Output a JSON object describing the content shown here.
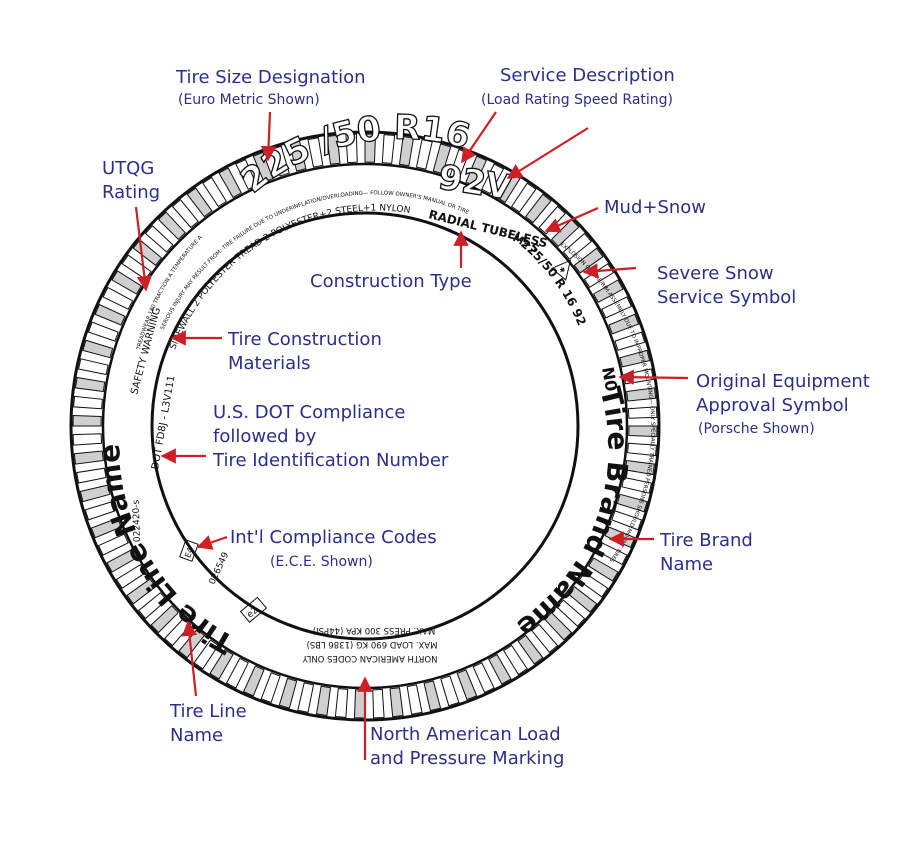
{
  "labels": {
    "tire_size_designation": "Tire Size Designation",
    "euro_metric_shown": "(Euro Metric Shown)",
    "service_description": "Service Description",
    "load_speed_rating": "(Load Rating Speed Rating)",
    "utqg_line1": "UTQG",
    "utqg_line2": "Rating",
    "mud_snow": "Mud+Snow",
    "severe_snow_line1": "Severe Snow",
    "severe_snow_line2": "Service Symbol",
    "construction_type": "Construction Type",
    "construction_materials_line1": "Tire Construction",
    "construction_materials_line2": "Materials",
    "original_equipment_line1": "Original Equipment",
    "original_equipment_line2": "Approval Symbol",
    "porsche_shown": "(Porsche Shown)",
    "dot_line1": "U.S. DOT Compliance",
    "dot_line2": "followed by",
    "dot_line3": "Tire Identification Number",
    "intl_compliance": "Int'l Compliance Codes",
    "ece_shown": "(E.C.E. Shown)",
    "tire_brand_line1": "Tire Brand",
    "tire_brand_line2": "Name",
    "tire_line_line1": "Tire Line",
    "tire_line_line2": "Name",
    "na_load_line1": "North American Load",
    "na_load_line2": "and Pressure Marking"
  },
  "tire": {
    "size": "225 /50 R16",
    "service": "92V",
    "mud_snow": "M+S",
    "radial_tubeless": "RADIAL  TUBELESS",
    "size_small": "225/50 R 16 92V",
    "oe_symbol": "N0",
    "brand_name": "Tire Brand Name",
    "line_name": "Tire Line Name",
    "treadwear": "TREADWEAR 180  TRACTION A  TEMPERATURE A",
    "warning_text": "SERIOUS INJURY MAY RESULT FROM: TIRE FAILURE DUE TO UNDERINFLATION/OVERLOADING— FOLLOW OWNER'S MANUAL OR TIRE PLACARD IN VEHICLE",
    "explosion_text": "EXPLOSION OF TIRE/RIM ASSEMBLY DUE TO IMPROPER MOUNTING— ONLY SPECIALLY TRAINED PERSONS SHOULD MOUNT TIRES. CAUTION: MOUNT ONLY ON 16\" RIM",
    "safety_warning": "SAFETY WARNING",
    "materials": "SIDEWALL 2 POLYESTER TREAD 2 POLYESTER+2 STEEL+1 NYLON",
    "lv": "L3V111",
    "dot": "DOT FD8J - L3V111",
    "ece_code_1": "022420-s",
    "e4": "E4",
    "ece_code_2": "026549",
    "e2": "e2",
    "na_line1": "MAX. PRESS  300 KPA (44PSI)",
    "na_line2": "MAX. LOAD 690 KG (1386 LBS)",
    "na_line3": "NORTH AMERICAN CODES ONLY"
  },
  "colors": {
    "label": "#2b2f86",
    "arrow": "#cc1f26",
    "tire": "#111111",
    "tread_block": "#cfcfcf"
  }
}
